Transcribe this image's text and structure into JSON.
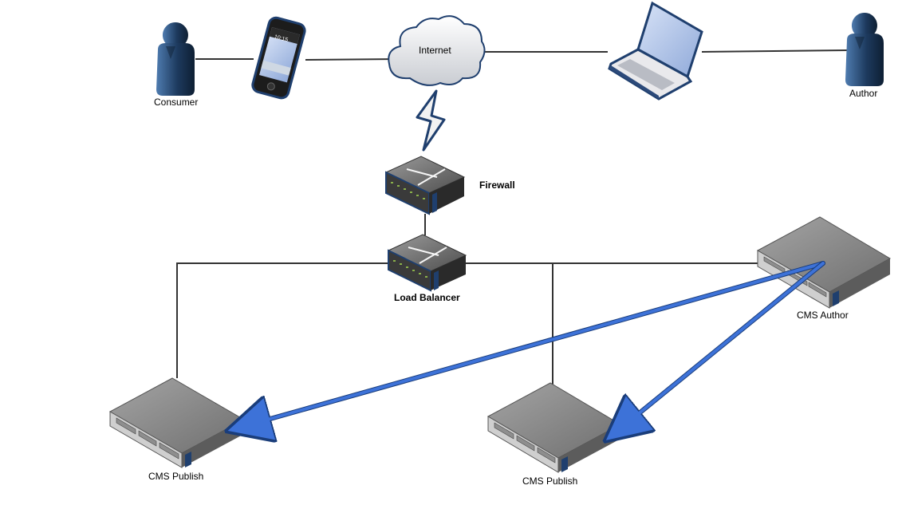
{
  "labels": {
    "consumer": "Consumer",
    "author": "Author",
    "internet": "Internet",
    "firewall": "Firewall",
    "load_balancer": "Load Balancer",
    "cms_author": "CMS Author",
    "cms_publish_left": "CMS Publish",
    "cms_publish_mid": "CMS Publish",
    "phone_time": "10:15"
  },
  "colors": {
    "line": "#333333",
    "replication_arrow": "#3d72d8",
    "server_top": "#8a8a8a",
    "server_front": "#5c5c5c",
    "device_blue": "#1f3f6e",
    "person": "#1d3a5e"
  },
  "icons": {
    "consumer": "person-icon",
    "author": "person-icon",
    "phone": "smartphone-icon",
    "internet": "cloud-icon",
    "link": "lightning-bolt-icon",
    "laptop": "laptop-icon",
    "firewall": "network-switch-icon",
    "load_balancer": "network-switch-icon",
    "servers": "rack-server-icon"
  }
}
